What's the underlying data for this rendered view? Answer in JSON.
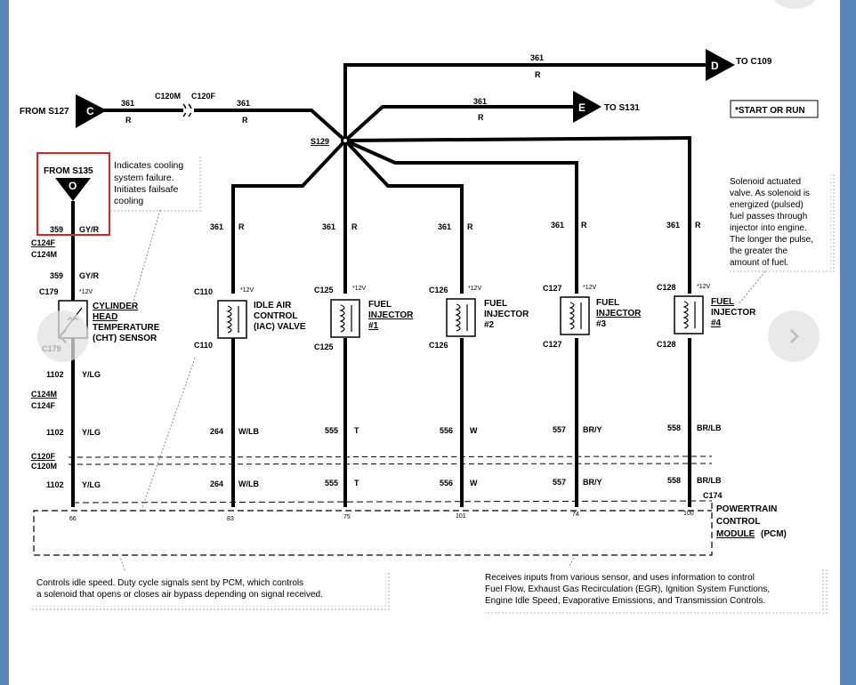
{
  "connectors": {
    "from_s127": "FROM S127",
    "c": "C",
    "d": "D",
    "e": "E",
    "o": "O",
    "to_c109": "TO C109",
    "to_s131": "TO S131",
    "c120m": "C120M",
    "c120f": "C120F",
    "s129": "S129",
    "from_s135": "FROM S135",
    "start_or_run": "*START OR RUN"
  },
  "wires": {
    "w361": "361",
    "r": "R",
    "w359": "359",
    "gyr": "GY/R",
    "w1102": "1102",
    "ylg": "Y/LG",
    "w264": "264",
    "wlb": "W/LB",
    "w555": "555",
    "t": "T",
    "w556": "556",
    "w": "W",
    "w557": "557",
    "bry": "BR/Y",
    "w558": "558",
    "brlb": "BR/LB"
  },
  "connector_labels": {
    "c124f": "C124F",
    "c124m": "C124M",
    "c179": "C179",
    "c110": "C110",
    "c125": "C125",
    "c126": "C126",
    "c127": "C127",
    "c128": "C128",
    "c120f": "C120F",
    "c120m": "C120M",
    "c174": "C174",
    "plus12": "*12V"
  },
  "components": {
    "cht": [
      "CYLINDER",
      "HEAD",
      "TEMPERATURE",
      "(CHT) SENSOR"
    ],
    "iac": [
      "IDLE AIR",
      "CONTROL",
      "(IAC) VALVE"
    ],
    "inj1": [
      "FUEL",
      "INJECTOR",
      "#1"
    ],
    "inj2": [
      "FUEL",
      "INJECTOR",
      "#2"
    ],
    "inj3": [
      "FUEL",
      "INJECTOR",
      "#3"
    ],
    "inj4": [
      "FUEL",
      "INJECTOR",
      "#4"
    ],
    "pcm": [
      "POWERTRAIN",
      "CONTROL",
      "MODULE",
      "(PCM)"
    ]
  },
  "pins": {
    "p66": "66",
    "p83": "83",
    "p75": "75",
    "p101": "101",
    "p74": "74",
    "p100": "100"
  },
  "notes": {
    "cooling": [
      "Indicates cooling",
      "system failure.",
      "Initiates failsafe",
      "cooling"
    ],
    "solenoid": [
      "Solenoid actuated",
      "valve. As solenoid is",
      "energized (pulsed)",
      "fuel passes through",
      "injector into engine.",
      "The longer the pulse,",
      "the greater the",
      "amount of fuel."
    ],
    "idle": [
      "Controls idle speed.  Duty cycle signals sent by PCM, which controls",
      "a solenoid that opens or closes air bypass depending on signal received."
    ],
    "pcm_inputs": [
      "Receives inputs from various sensor, and uses information to control",
      "Fuel Flow, Exhaust Gas Recirculation (EGR), Ignition System Functions,",
      "Engine Idle Speed, Evaporative Emissions, and Transmission Controls."
    ]
  }
}
